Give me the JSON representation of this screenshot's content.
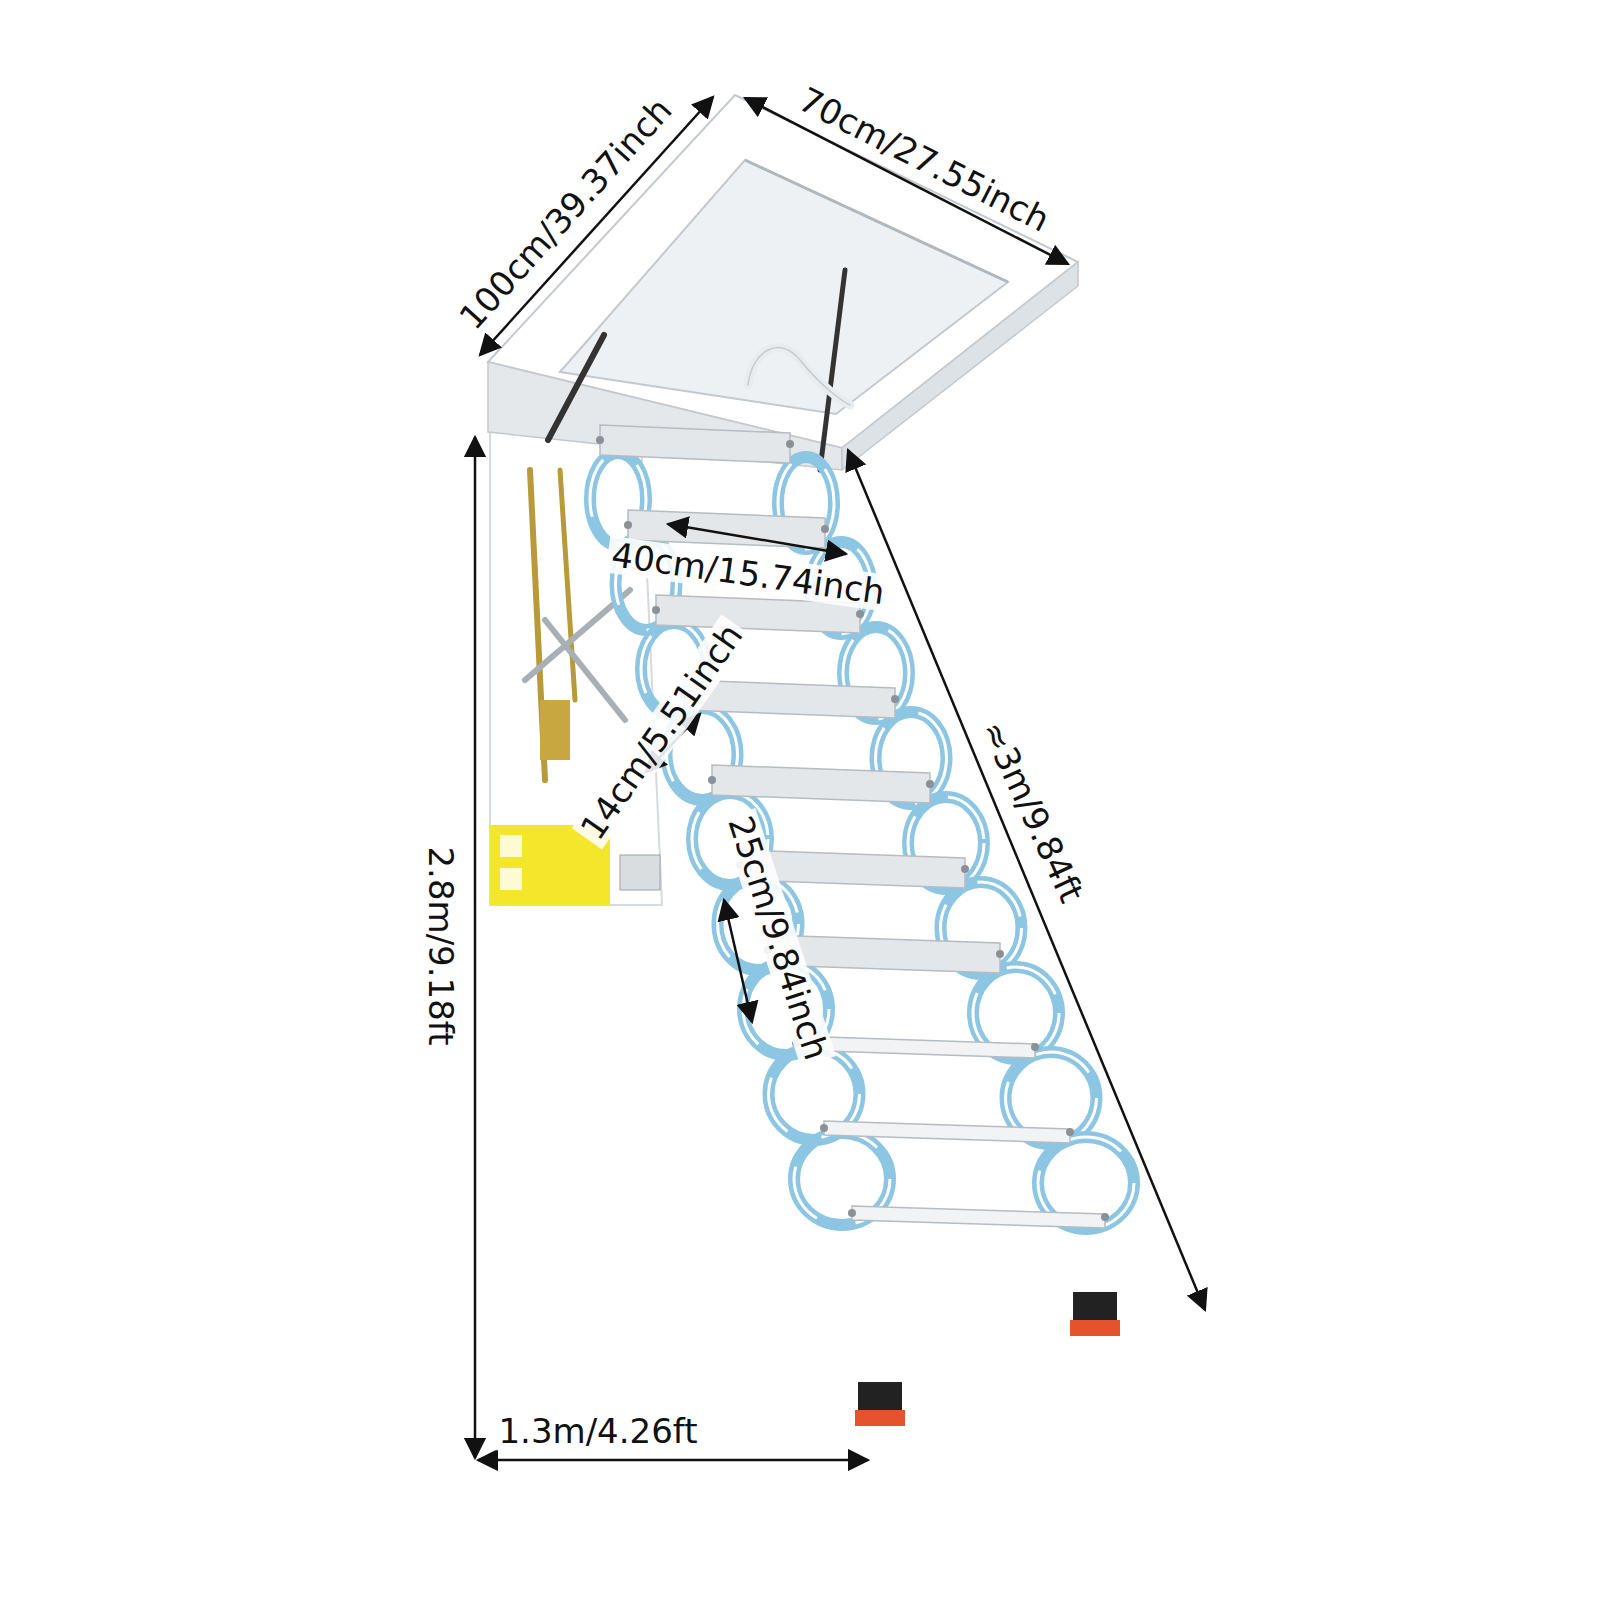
{
  "diagram": {
    "labels": [
      "100cm/39.37inch",
      "70cm/27.55inch",
      "40cm/15.74inch",
      "14cm/5.51inch",
      "25cm/9.84inch",
      "≈3m/9.84ft",
      "2.8m/9.18ft",
      "1.3m/4.26ft"
    ]
  }
}
